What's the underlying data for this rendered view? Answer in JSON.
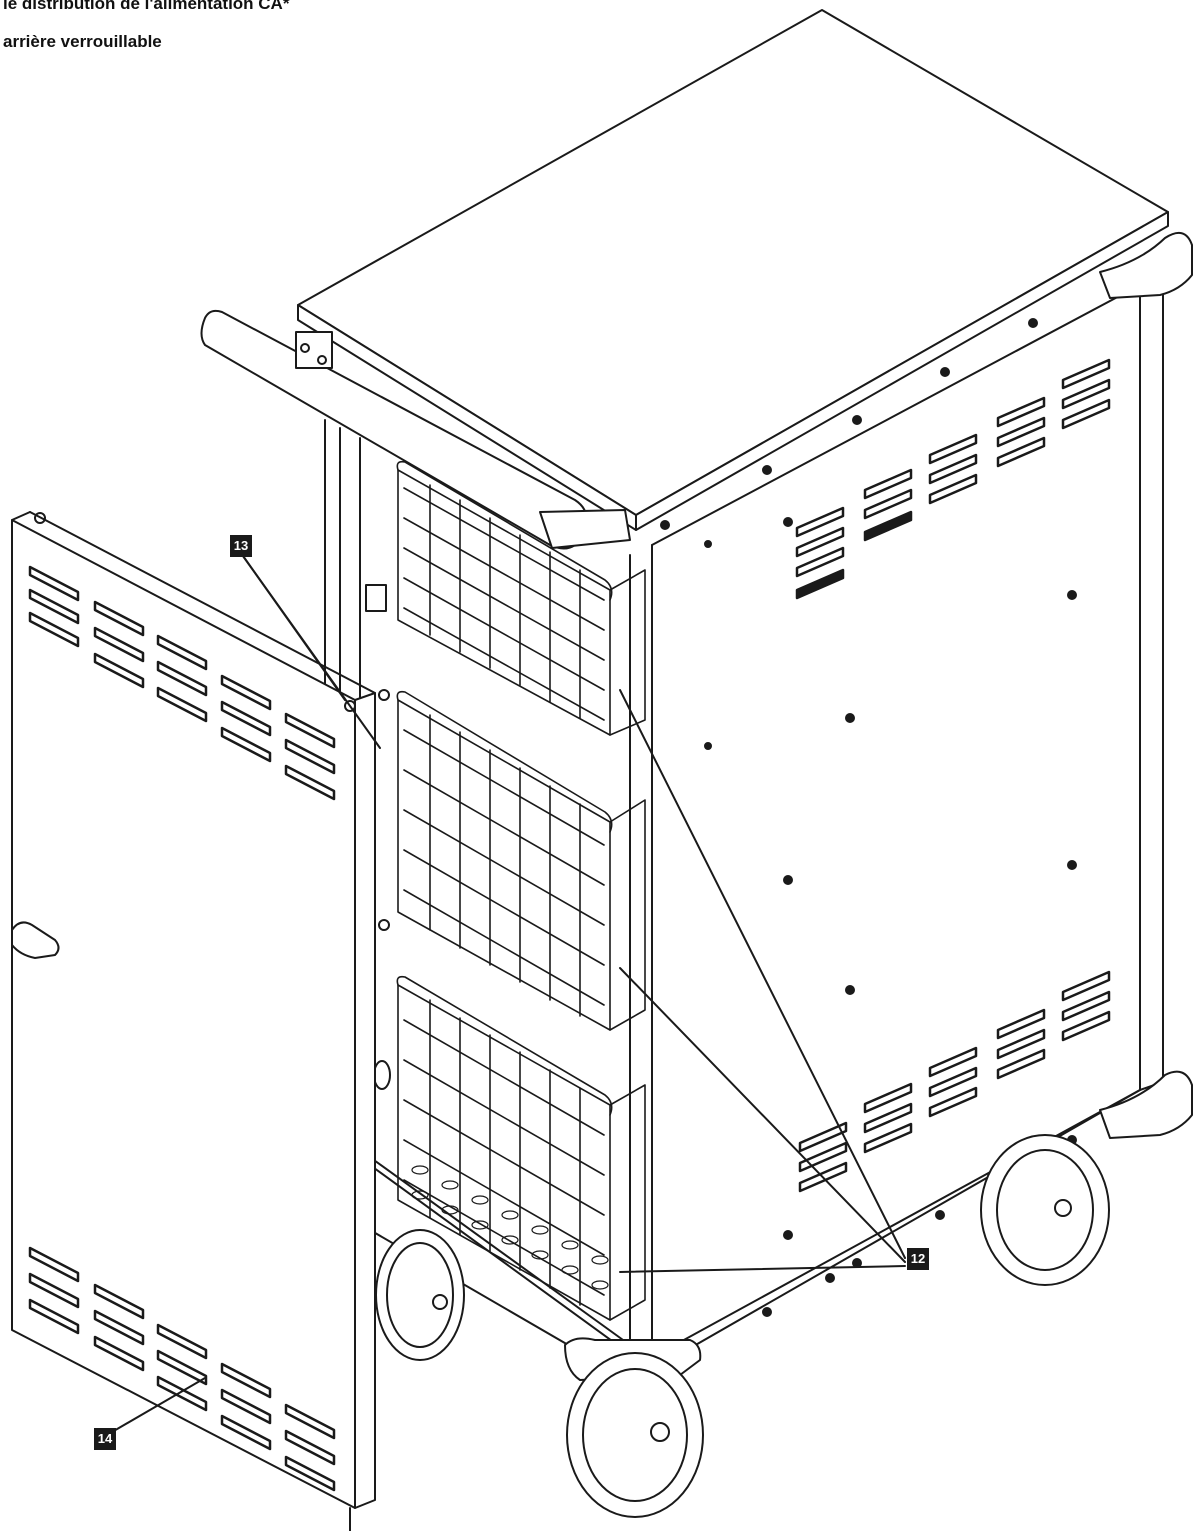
{
  "captions": {
    "line1": "le distribution de l'alimentation CA*",
    "line2": "arrière verrouillable"
  },
  "callouts": {
    "c12": "12",
    "c13": "13",
    "c14": "14"
  },
  "colors": {
    "stroke": "#1a1a1a",
    "badge": "#1a1a1a",
    "background": "#ffffff"
  }
}
